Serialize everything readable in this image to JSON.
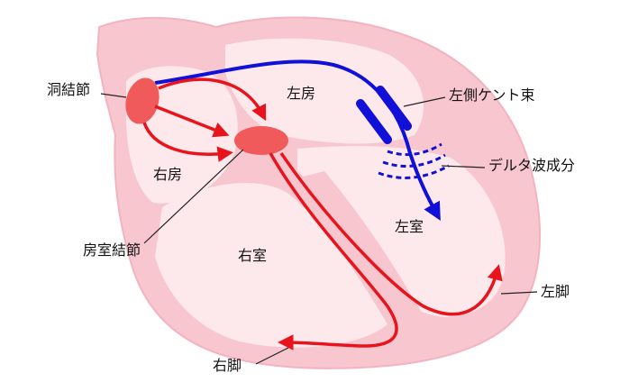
{
  "labels": {
    "sa_node": "洞結節",
    "av_node": "房室結節",
    "right_atrium": "右房",
    "left_atrium": "左房",
    "right_ventricle": "右室",
    "left_ventricle": "左室",
    "kent_bundle": "左側ケント束",
    "delta_wave": "デルタ波成分",
    "left_bundle": "左脚",
    "right_bundle": "右脚"
  },
  "colors": {
    "heart_outer": "#f7c6cf",
    "heart_inner": "#fde8ec",
    "heart_outline": "#f3b3c0",
    "normal_conduction": "#e8141c",
    "node_fill": "#f05a5a",
    "accessory_pathway": "#1010d8",
    "leader_line": "#222222"
  }
}
